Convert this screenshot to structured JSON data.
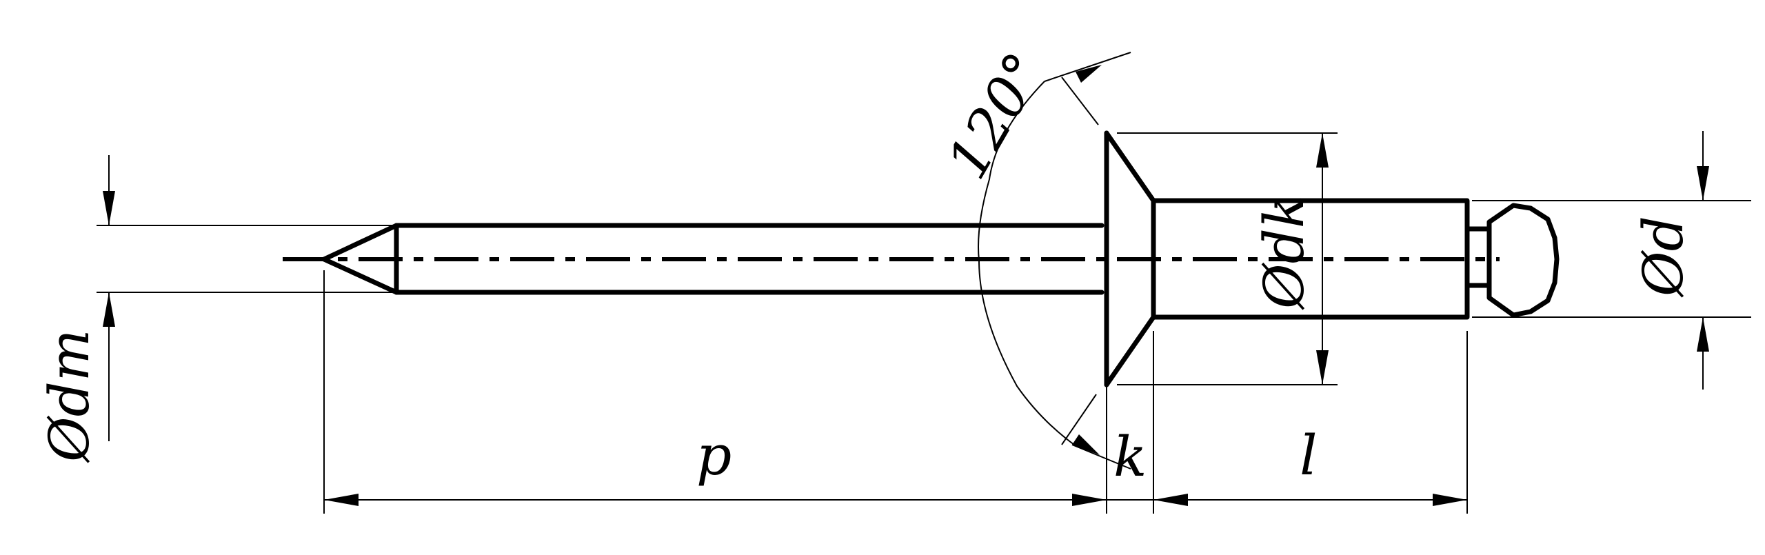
{
  "drawing": {
    "type": "technical-drawing",
    "subject": "countersunk blind rivet",
    "labels": {
      "angle": "120°",
      "shank_length": "p",
      "head_height": "k",
      "body_length": "l",
      "mandrel_diameter": "Ødm",
      "head_diameter": "Ødk",
      "body_diameter": "Ød"
    },
    "colors": {
      "line": "#000000",
      "background": "#ffffff"
    }
  }
}
